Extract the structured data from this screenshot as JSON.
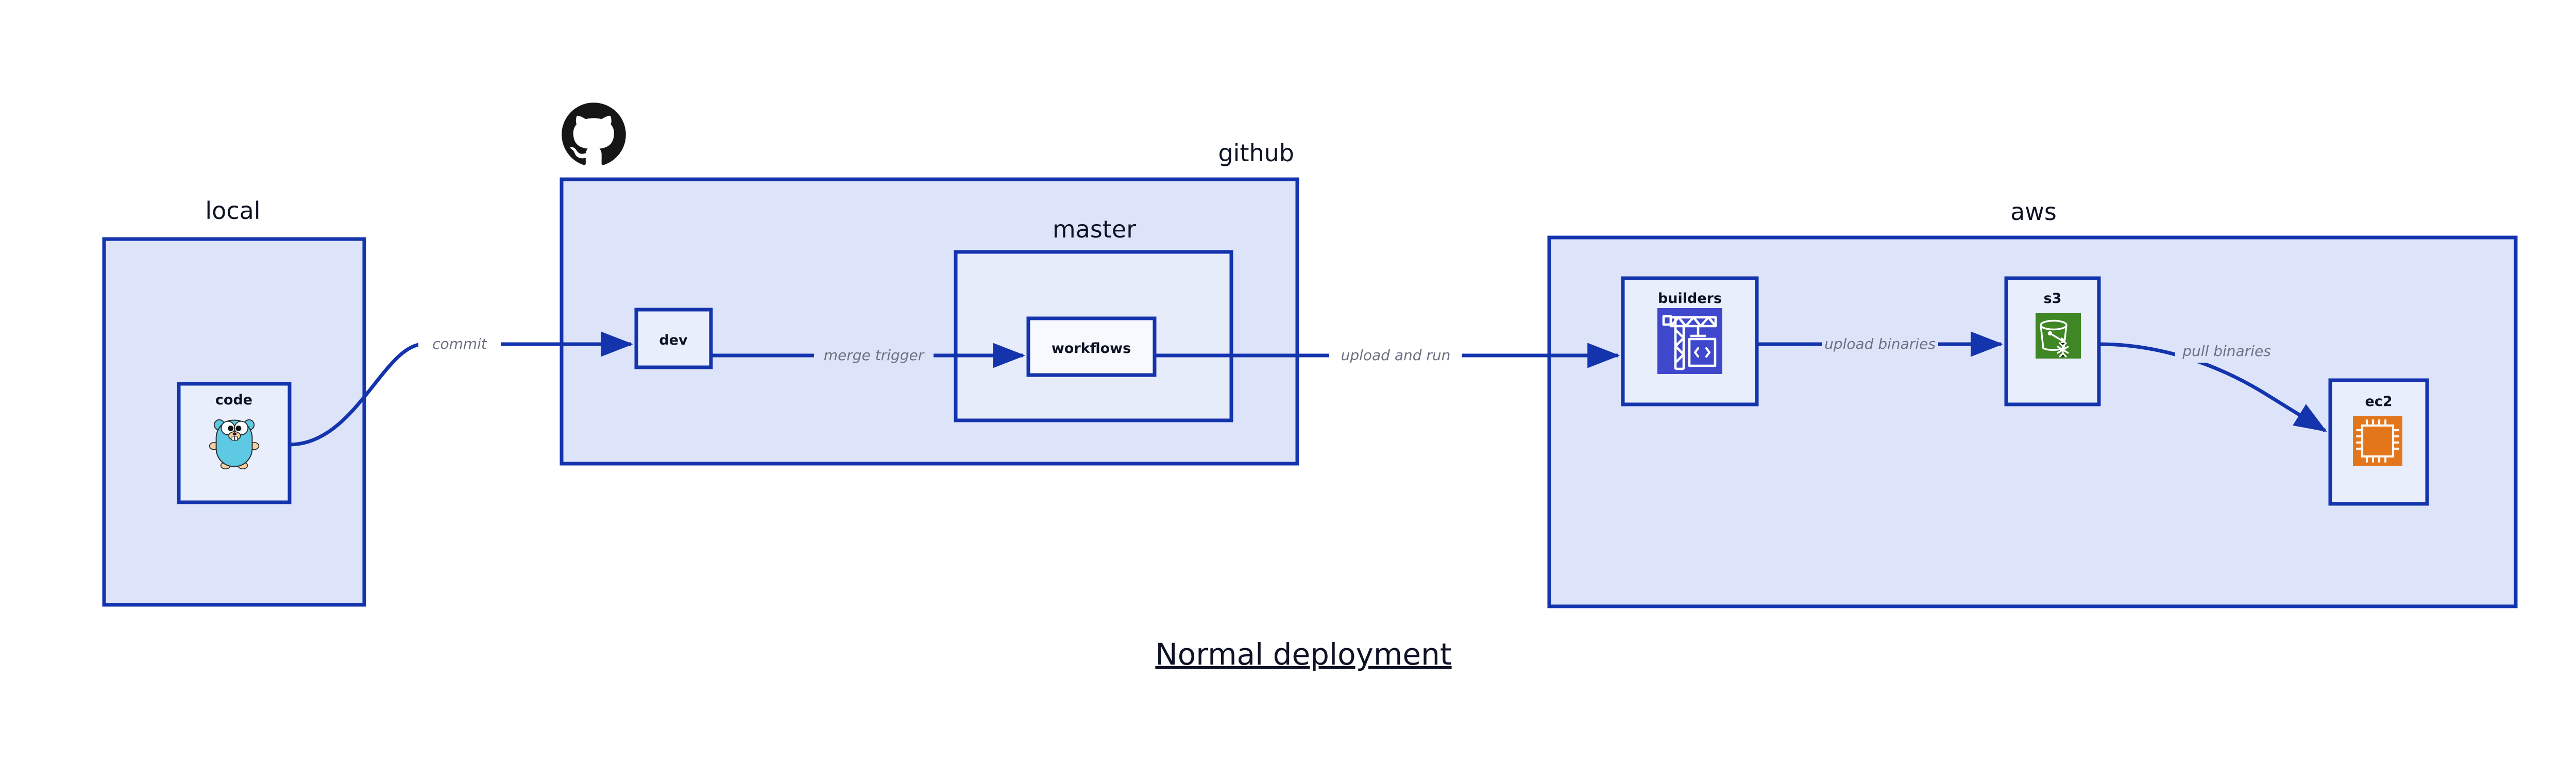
{
  "diagram": {
    "title": "Normal deployment",
    "background": "#ffffff",
    "accent_color": "#1434ae",
    "container_fill": "#dde4f9",
    "node_fill": "#e9eefc",
    "edge_label_color": "#6b7280",
    "title_color": "#0d1225"
  },
  "groups": {
    "local": {
      "label": "local"
    },
    "github": {
      "label": "github"
    },
    "master": {
      "label": "master"
    },
    "aws": {
      "label": "aws"
    }
  },
  "nodes": {
    "code": {
      "label": "code",
      "icon": "go-gopher-icon"
    },
    "dev": {
      "label": "dev",
      "icon": null
    },
    "workflows": {
      "label": "workflows",
      "icon": null
    },
    "builders": {
      "label": "builders",
      "icon": "aws-builders-crane-icon",
      "icon_color": "#3f48cc"
    },
    "s3": {
      "label": "s3",
      "icon": "aws-s3-bucket-icon",
      "icon_color": "#3f8624"
    },
    "ec2": {
      "label": "ec2",
      "icon": "aws-ec2-chip-icon",
      "icon_color": "#e3751b"
    }
  },
  "edges": [
    {
      "id": "commit",
      "label": "commit",
      "from": "code",
      "to": "dev"
    },
    {
      "id": "merge-trigger",
      "label": "merge trigger",
      "from": "dev",
      "to": "workflows"
    },
    {
      "id": "upload-and-run",
      "label": "upload and run",
      "from": "workflows",
      "to": "builders"
    },
    {
      "id": "upload-binaries",
      "label": "upload binaries",
      "from": "builders",
      "to": "s3"
    },
    {
      "id": "pull-binaries",
      "label": "pull binaries",
      "from": "s3",
      "to": "ec2"
    }
  ],
  "logos": {
    "github_octocat": "github-octocat-icon"
  }
}
